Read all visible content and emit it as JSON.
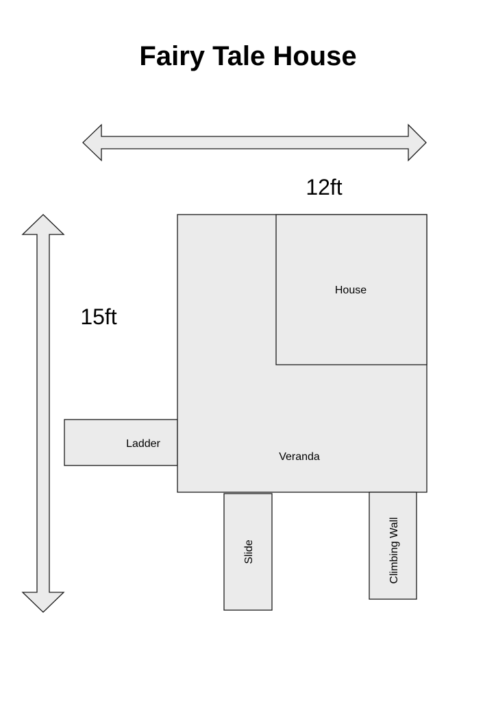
{
  "title": "Fairy Tale House",
  "dimensions": {
    "width": "12ft",
    "height": "15ft"
  },
  "areas": {
    "house": "House",
    "veranda": "Veranda",
    "ladder": "Ladder",
    "slide": "Slide",
    "climbing_wall": "Climbing Wall"
  },
  "colors": {
    "fill": "#ebebeb",
    "stroke": "#1a1a1a",
    "text": "#000000"
  }
}
